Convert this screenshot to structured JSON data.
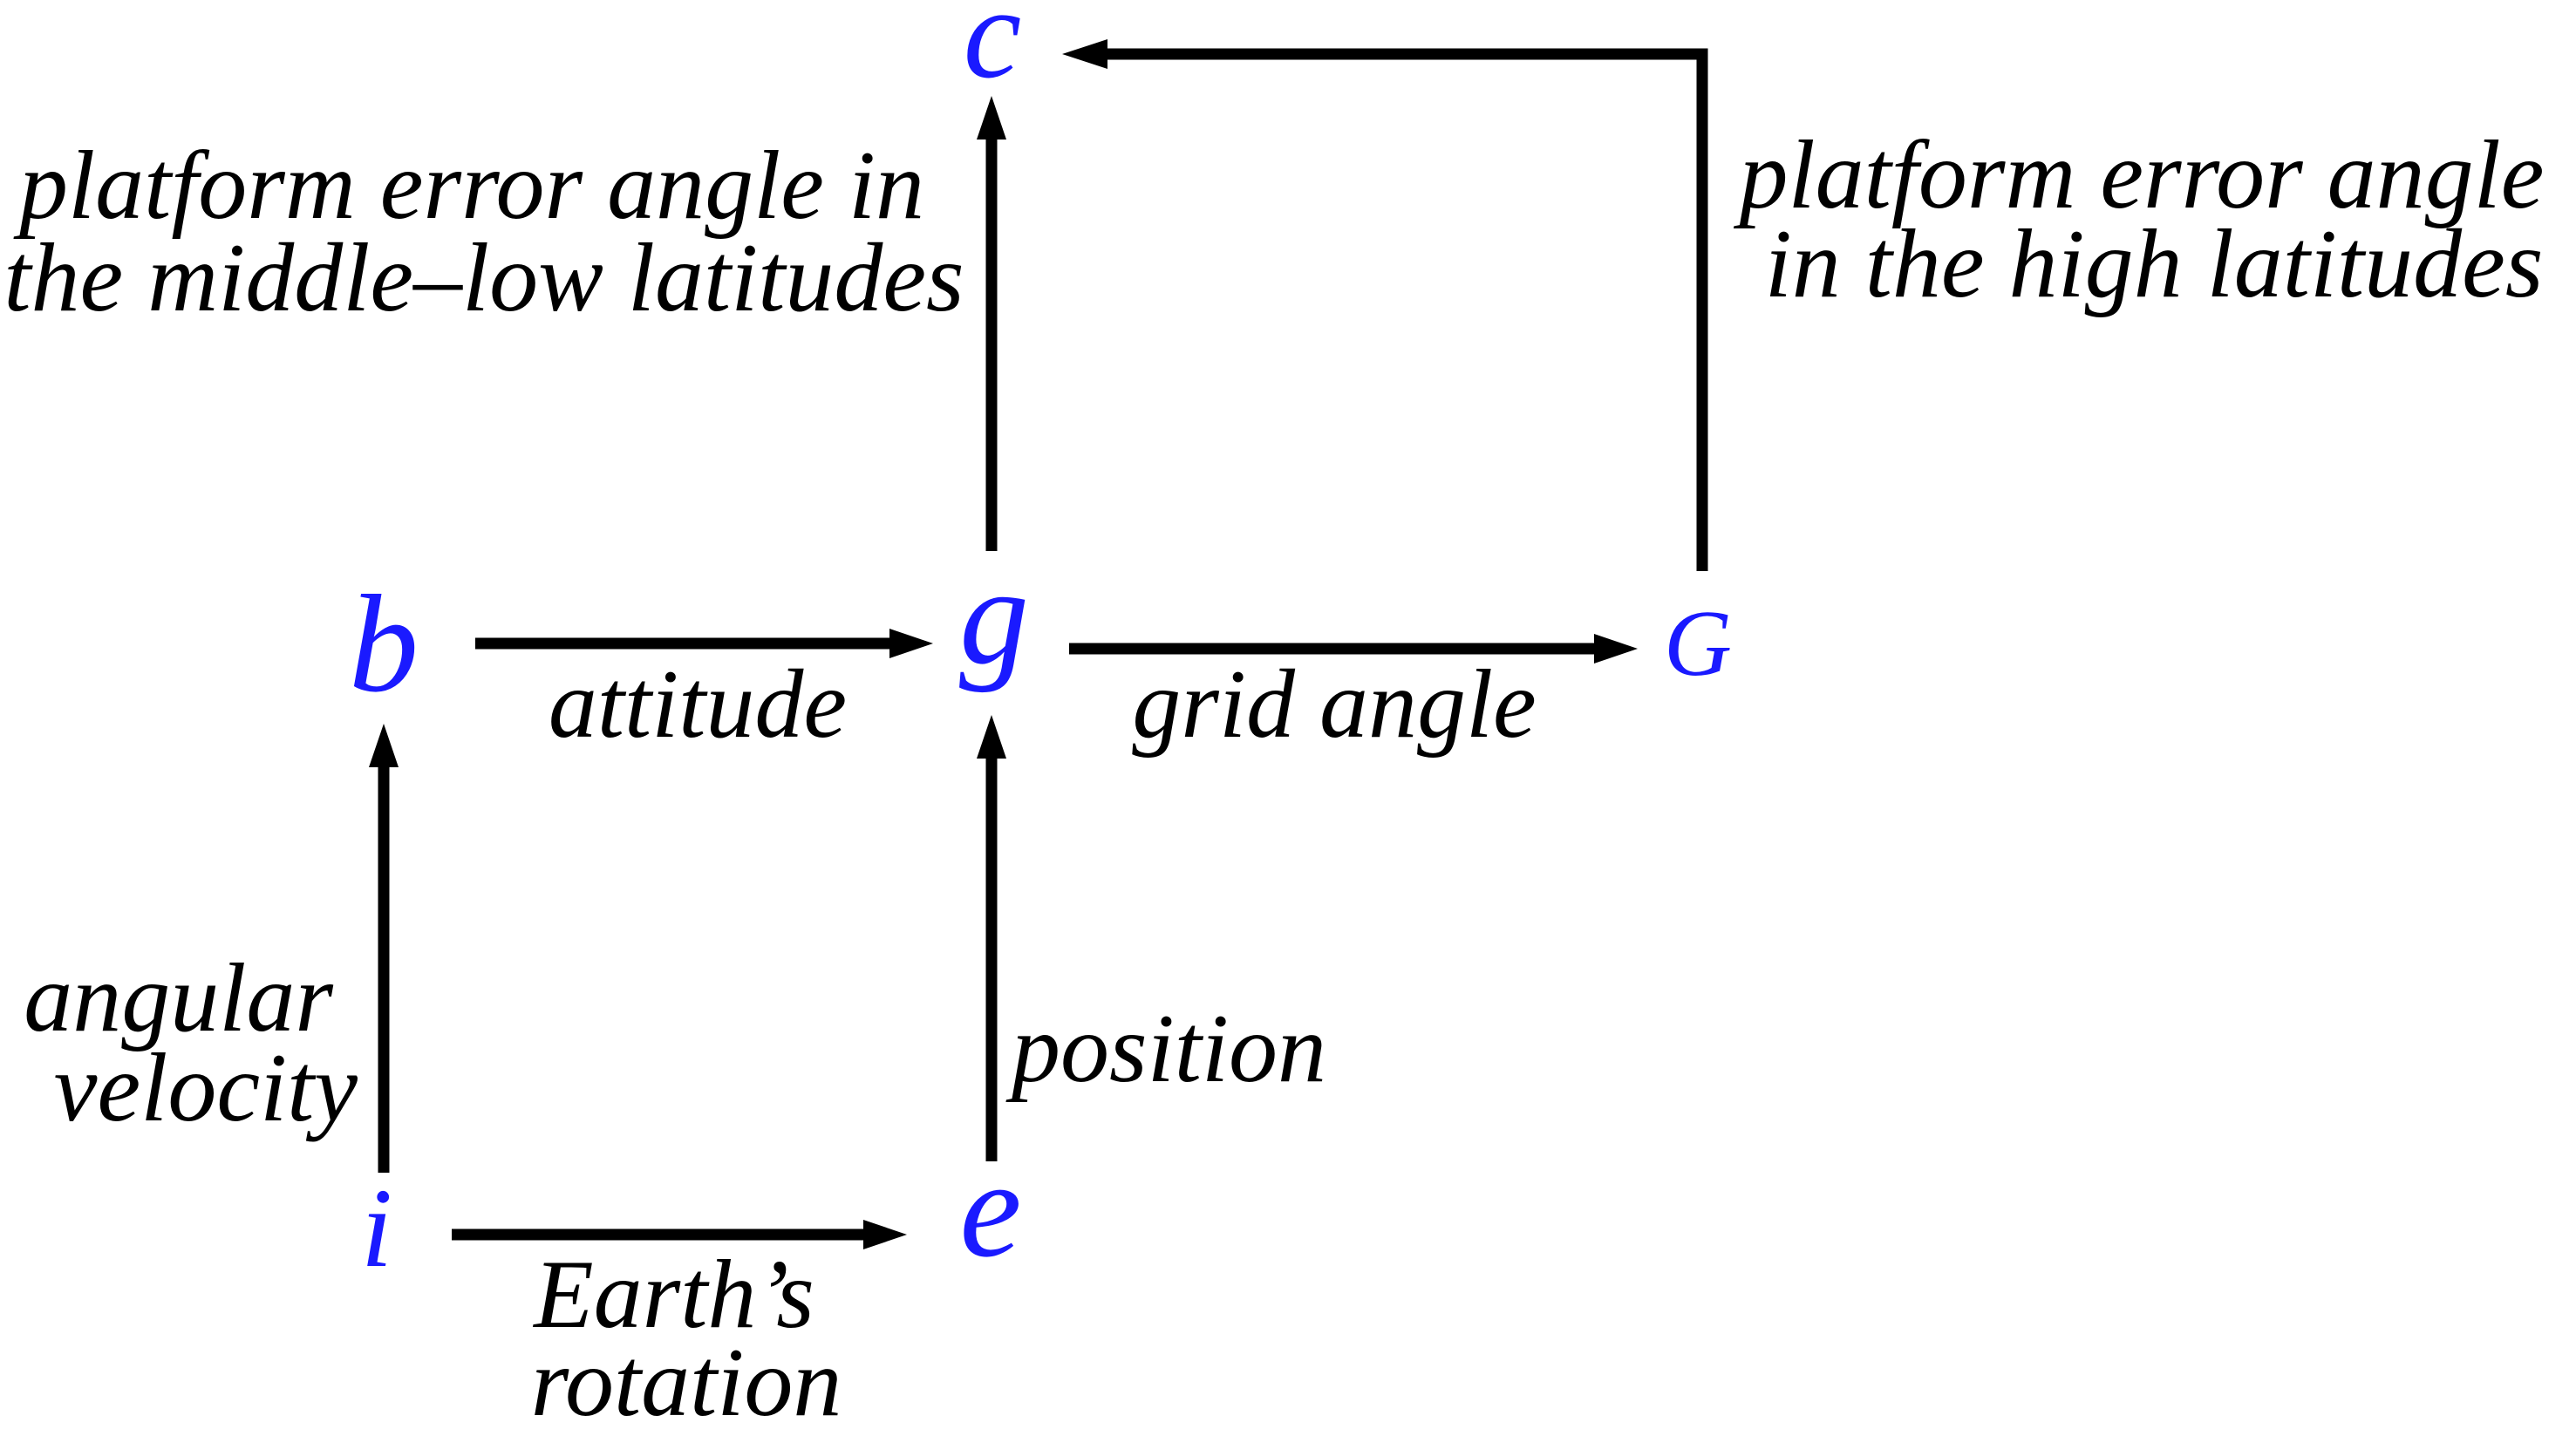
{
  "nodes": {
    "c": "c",
    "b": "b",
    "g": "g",
    "G": "G",
    "i": "i",
    "e": "e"
  },
  "edges": {
    "b_g": "attitude",
    "g_G": "grid angle",
    "i_b": [
      "angular",
      "velocity"
    ],
    "e_g": "position",
    "i_e": [
      "Earth’s",
      "rotation"
    ],
    "g_c": [
      "platform error angle in",
      "the middle–low latitudes"
    ],
    "G_c": [
      "platform error angle",
      "in the high latitudes"
    ]
  },
  "colors": {
    "node": "#1a1aff",
    "edge": "#000000",
    "label": "#000000"
  }
}
